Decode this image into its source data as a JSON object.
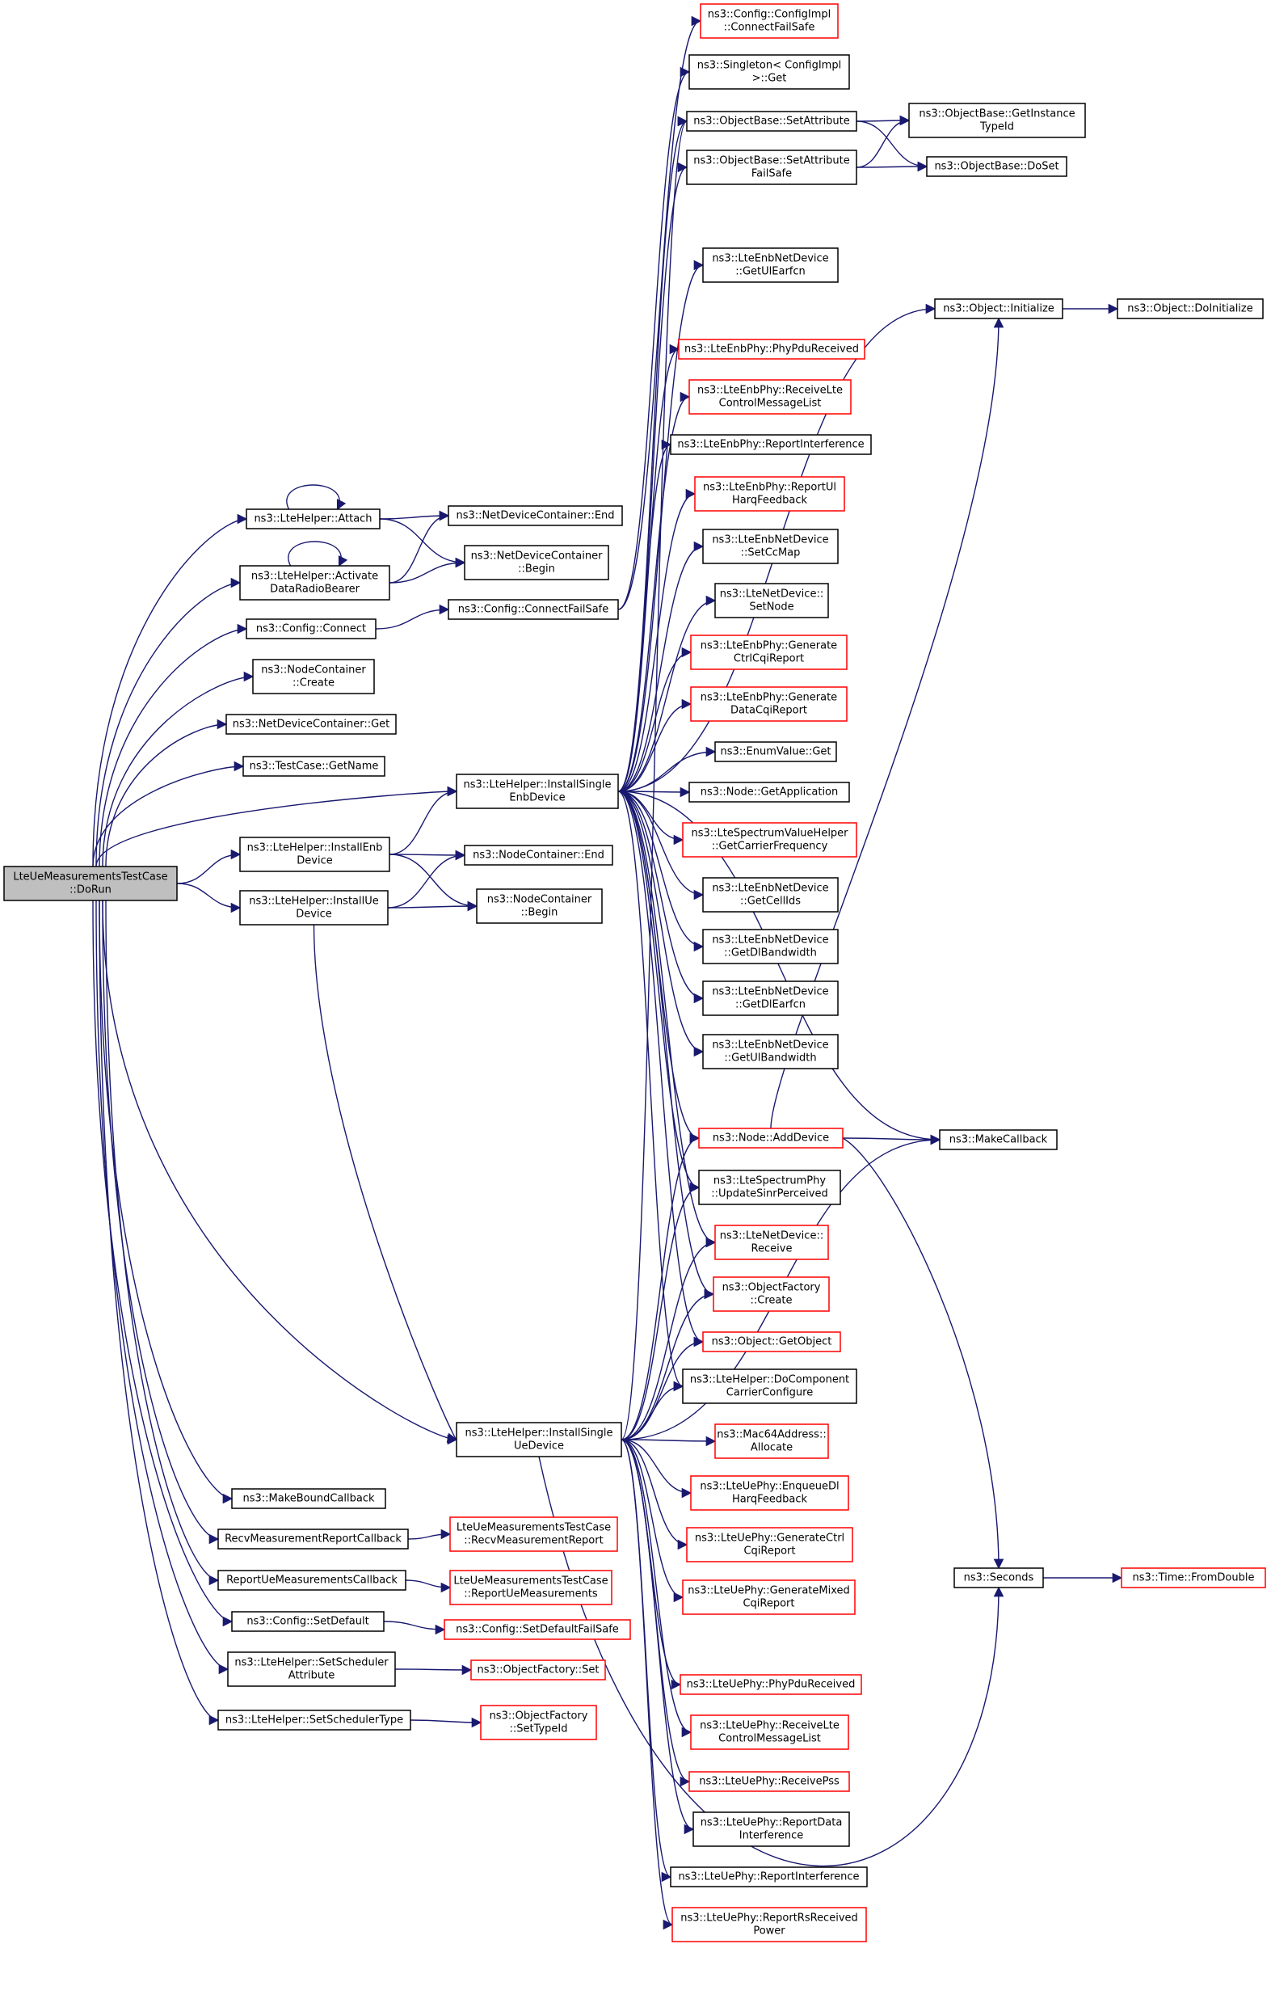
{
  "colors": {
    "edge": "#191970",
    "border": "#000000",
    "border_truncated": "#ff0000",
    "root_fill": "#bfbfbf"
  },
  "nodes": {
    "root": {
      "lines": [
        "LteUeMeasurementsTestCase",
        "::DoRun"
      ],
      "style": "gray"
    },
    "attach": {
      "lines": [
        "ns3::LteHelper::Attach"
      ],
      "style": "black"
    },
    "activate": {
      "lines": [
        "ns3::LteHelper::Activate",
        "DataRadioBearer"
      ],
      "style": "black"
    },
    "cfgconnect": {
      "lines": [
        "ns3::Config::Connect"
      ],
      "style": "black"
    },
    "ncCreate": {
      "lines": [
        "ns3::NodeContainer",
        "::Create"
      ],
      "style": "black"
    },
    "ndcGet": {
      "lines": [
        "ns3::NetDeviceContainer::Get"
      ],
      "style": "black"
    },
    "tcGetName": {
      "lines": [
        "ns3::TestCase::GetName"
      ],
      "style": "black"
    },
    "installEnb": {
      "lines": [
        "ns3::LteHelper::InstallEnb",
        "Device"
      ],
      "style": "black"
    },
    "installUe": {
      "lines": [
        "ns3::LteHelper::InstallUe",
        "Device"
      ],
      "style": "black"
    },
    "mkBound": {
      "lines": [
        "ns3::MakeBoundCallback"
      ],
      "style": "black"
    },
    "recvCb": {
      "lines": [
        "RecvMeasurementReportCallback"
      ],
      "style": "black"
    },
    "reportCb": {
      "lines": [
        "ReportUeMeasurementsCallback"
      ],
      "style": "black"
    },
    "cfgSetDefault": {
      "lines": [
        "ns3::Config::SetDefault"
      ],
      "style": "black"
    },
    "setSchedAttr": {
      "lines": [
        "ns3::LteHelper::SetScheduler",
        "Attribute"
      ],
      "style": "black"
    },
    "setSchedType": {
      "lines": [
        "ns3::LteHelper::SetSchedulerType"
      ],
      "style": "black"
    },
    "ndcEnd": {
      "lines": [
        "ns3::NetDeviceContainer::End"
      ],
      "style": "black"
    },
    "ndcBegin": {
      "lines": [
        "ns3::NetDeviceContainer",
        "::Begin"
      ],
      "style": "black"
    },
    "cfgConnectFS": {
      "lines": [
        "ns3::Config::ConnectFailSafe"
      ],
      "style": "black"
    },
    "installSingleEnb": {
      "lines": [
        "ns3::LteHelper::InstallSingle",
        "EnbDevice"
      ],
      "style": "black"
    },
    "ncEnd": {
      "lines": [
        "ns3::NodeContainer::End"
      ],
      "style": "black"
    },
    "ncBegin": {
      "lines": [
        "ns3::NodeContainer",
        "::Begin"
      ],
      "style": "black"
    },
    "installSingleUe": {
      "lines": [
        "ns3::LteHelper::InstallSingle",
        "UeDevice"
      ],
      "style": "black"
    },
    "recvReport": {
      "lines": [
        "LteUeMeasurementsTestCase",
        "::RecvMeasurementReport"
      ],
      "style": "red"
    },
    "reportMeas": {
      "lines": [
        "LteUeMeasurementsTestCase",
        "::ReportUeMeasurements"
      ],
      "style": "red"
    },
    "cfgSetDefaultFS": {
      "lines": [
        "ns3::Config::SetDefaultFailSafe"
      ],
      "style": "red"
    },
    "ofSet": {
      "lines": [
        "ns3::ObjectFactory::Set"
      ],
      "style": "red"
    },
    "ofSetTypeId": {
      "lines": [
        "ns3::ObjectFactory",
        "::SetTypeId"
      ],
      "style": "red"
    },
    "cfgImplCFS": {
      "lines": [
        "ns3::Config::ConfigImpl",
        "::ConnectFailSafe"
      ],
      "style": "red"
    },
    "singletonGet": {
      "lines": [
        "ns3::Singleton< ConfigImpl",
        ">::Get"
      ],
      "style": "black"
    },
    "obSetAttr": {
      "lines": [
        "ns3::ObjectBase::SetAttribute"
      ],
      "style": "black"
    },
    "obSetAttrFS": {
      "lines": [
        "ns3::ObjectBase::SetAttribute",
        "FailSafe"
      ],
      "style": "black"
    },
    "enbGetUlEarfcn": {
      "lines": [
        "ns3::LteEnbNetDevice",
        "::GetUlEarfcn"
      ],
      "style": "black"
    },
    "enbPhyPdu": {
      "lines": [
        "ns3::LteEnbPhy::PhyPduReceived"
      ],
      "style": "red"
    },
    "enbPhyRecvCtrl": {
      "lines": [
        "ns3::LteEnbPhy::ReceiveLte",
        "ControlMessageList"
      ],
      "style": "red"
    },
    "enbPhyReportInt": {
      "lines": [
        "ns3::LteEnbPhy::ReportInterference"
      ],
      "style": "black"
    },
    "enbPhyReportUl": {
      "lines": [
        "ns3::LteEnbPhy::ReportUl",
        "HarqFeedback"
      ],
      "style": "red"
    },
    "enbSetCcMap": {
      "lines": [
        "ns3::LteEnbNetDevice",
        "::SetCcMap"
      ],
      "style": "black"
    },
    "lndSetNode": {
      "lines": [
        "ns3::LteNetDevice::",
        "SetNode"
      ],
      "style": "black"
    },
    "enbPhyGenCtrl": {
      "lines": [
        "ns3::LteEnbPhy::Generate",
        "CtrlCqiReport"
      ],
      "style": "red"
    },
    "enbPhyGenData": {
      "lines": [
        "ns3::LteEnbPhy::Generate",
        "DataCqiReport"
      ],
      "style": "red"
    },
    "enumGet": {
      "lines": [
        "ns3::EnumValue::Get"
      ],
      "style": "black"
    },
    "nodeGetApp": {
      "lines": [
        "ns3::Node::GetApplication"
      ],
      "style": "black"
    },
    "specGetCarrier": {
      "lines": [
        "ns3::LteSpectrumValueHelper",
        "::GetCarrierFrequency"
      ],
      "style": "red"
    },
    "enbGetCellIds": {
      "lines": [
        "ns3::LteEnbNetDevice",
        "::GetCellIds"
      ],
      "style": "black"
    },
    "enbGetDlBw": {
      "lines": [
        "ns3::LteEnbNetDevice",
        "::GetDlBandwidth"
      ],
      "style": "black"
    },
    "enbGetDlEarfcn": {
      "lines": [
        "ns3::LteEnbNetDevice",
        "::GetDlEarfcn"
      ],
      "style": "black"
    },
    "enbGetUlBw": {
      "lines": [
        "ns3::LteEnbNetDevice",
        "::GetUlBandwidth"
      ],
      "style": "black"
    },
    "nodeAddDevice": {
      "lines": [
        "ns3::Node::AddDevice"
      ],
      "style": "red"
    },
    "specPhyUpdate": {
      "lines": [
        "ns3::LteSpectrumPhy",
        "::UpdateSinrPerceived"
      ],
      "style": "black"
    },
    "lndReceive": {
      "lines": [
        "ns3::LteNetDevice::",
        "Receive"
      ],
      "style": "red"
    },
    "ofCreate": {
      "lines": [
        "ns3::ObjectFactory",
        "::Create"
      ],
      "style": "red"
    },
    "objGetObject": {
      "lines": [
        "ns3::Object::GetObject"
      ],
      "style": "red"
    },
    "doCompCarrier": {
      "lines": [
        "ns3::LteHelper::DoComponent",
        "CarrierConfigure"
      ],
      "style": "black"
    },
    "mac64Alloc": {
      "lines": [
        "ns3::Mac64Address::",
        "Allocate"
      ],
      "style": "red"
    },
    "uePhyEnqueue": {
      "lines": [
        "ns3::LteUePhy::EnqueueDl",
        "HarqFeedback"
      ],
      "style": "red"
    },
    "uePhyGenCtrl": {
      "lines": [
        "ns3::LteUePhy::GenerateCtrl",
        "CqiReport"
      ],
      "style": "red"
    },
    "uePhyGenMixed": {
      "lines": [
        "ns3::LteUePhy::GenerateMixed",
        "CqiReport"
      ],
      "style": "red"
    },
    "uePhyPdu": {
      "lines": [
        "ns3::LteUePhy::PhyPduReceived"
      ],
      "style": "red"
    },
    "uePhyRecvCtrl": {
      "lines": [
        "ns3::LteUePhy::ReceiveLte",
        "ControlMessageList"
      ],
      "style": "red"
    },
    "uePhyRecvPss": {
      "lines": [
        "ns3::LteUePhy::ReceivePss"
      ],
      "style": "red"
    },
    "uePhyReportData": {
      "lines": [
        "ns3::LteUePhy::ReportData",
        "Interference"
      ],
      "style": "black"
    },
    "uePhyReportInt": {
      "lines": [
        "ns3::LteUePhy::ReportInterference"
      ],
      "style": "black"
    },
    "uePhyReportRs": {
      "lines": [
        "ns3::LteUePhy::ReportRsReceived",
        "Power"
      ],
      "style": "red"
    },
    "obGetInstance": {
      "lines": [
        "ns3::ObjectBase::GetInstance",
        "TypeId"
      ],
      "style": "black"
    },
    "obDoSet": {
      "lines": [
        "ns3::ObjectBase::DoSet"
      ],
      "style": "black"
    },
    "objInitialize": {
      "lines": [
        "ns3::Object::Initialize"
      ],
      "style": "black"
    },
    "objDoInit": {
      "lines": [
        "ns3::Object::DoInitialize"
      ],
      "style": "black"
    },
    "makeCallback": {
      "lines": [
        "ns3::MakeCallback"
      ],
      "style": "black"
    },
    "seconds": {
      "lines": [
        "ns3::Seconds"
      ],
      "style": "black"
    },
    "timeFromDouble": {
      "lines": [
        "ns3::Time::FromDouble"
      ],
      "style": "red"
    }
  }
}
